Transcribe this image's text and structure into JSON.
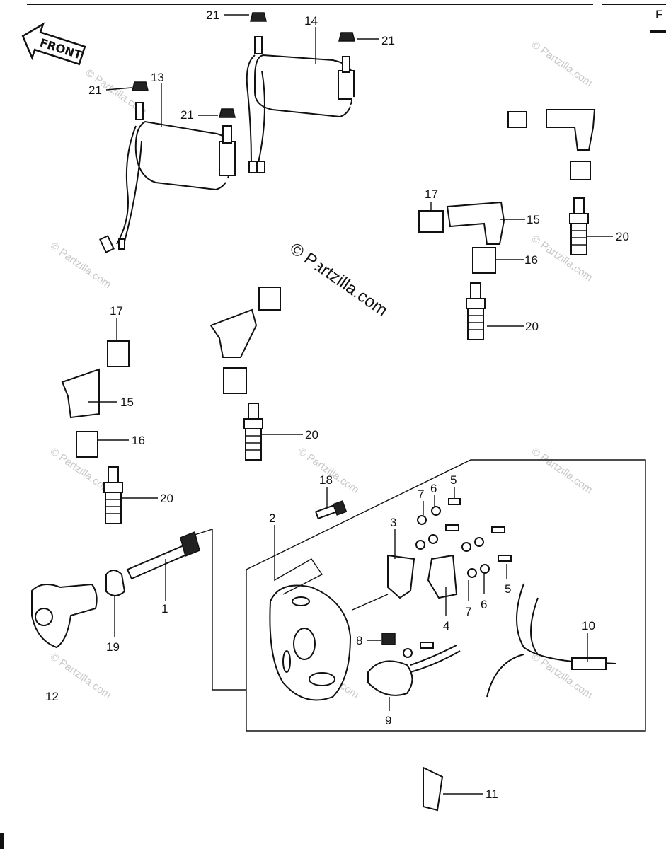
{
  "page": {
    "corner_mark": "F"
  },
  "front_label": "FRONT",
  "watermark": {
    "main": "© Partzilla.com",
    "faint": "© Partzilla.com"
  },
  "callouts": {
    "c1": "1",
    "c2": "2",
    "c3": "3",
    "c4": "4",
    "c5a": "5",
    "c5b": "5",
    "c6a": "6",
    "c6b": "6",
    "c7a": "7",
    "c7b": "7",
    "c8": "8",
    "c9": "9",
    "c10": "10",
    "c11": "11",
    "c12": "12",
    "c13": "13",
    "c14": "14",
    "c15a": "15",
    "c15b": "15",
    "c16a": "16",
    "c16b": "16",
    "c17a": "17",
    "c17b": "17",
    "c18": "18",
    "c19": "19",
    "c20a": "20",
    "c20b": "20",
    "c20c": "20",
    "c20d": "20",
    "c21a": "21",
    "c21b": "21",
    "c21c": "21",
    "c21d": "21"
  }
}
